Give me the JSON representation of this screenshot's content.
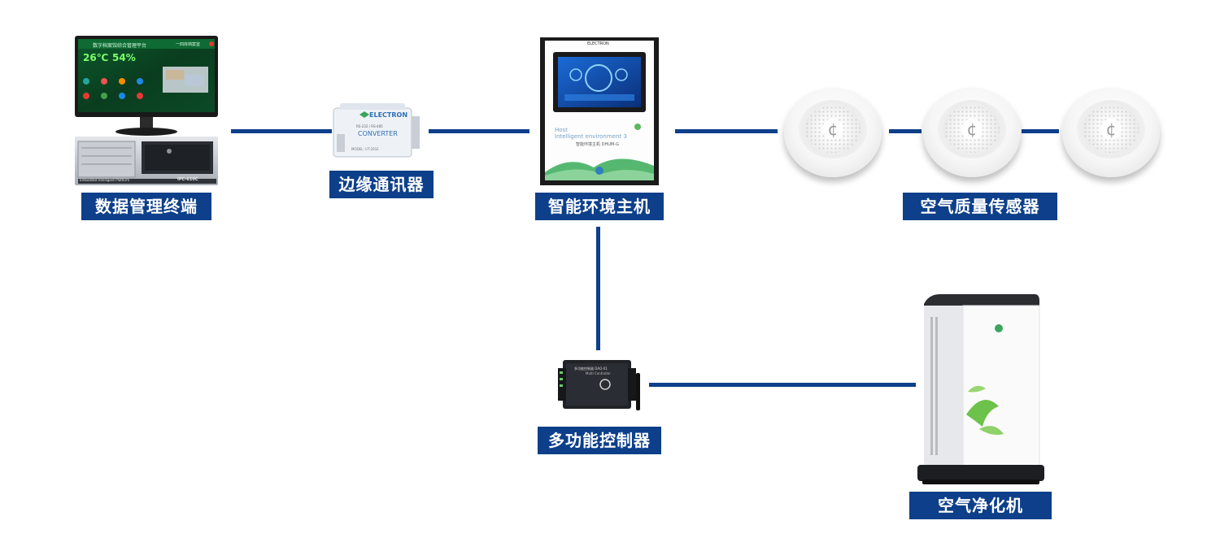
{
  "labels": {
    "data_terminal": "数据管理终端",
    "edge_communicator": "边缘通讯器",
    "env_host": "智能环境主机",
    "air_sensor": "空气质量传感器",
    "multi_controller": "多功能控制器",
    "air_purifier": "空气净化机"
  },
  "monitor_screen": {
    "header": "数字档案馆综合管理平台",
    "header_right": "一四库档案室",
    "temperature": "26℃",
    "humidity": "54%"
  },
  "server": {
    "brand_left": "Embedded Intelligent Platform",
    "model": "IPC-610C"
  },
  "converter": {
    "brand": "ELECTRON",
    "sub": "RS-232 / RS-485",
    "name": "CONVERTER",
    "model": "MODEL: UT-201E"
  },
  "host": {
    "brand": "ELECTRON",
    "line1": "Host",
    "line2": "Intelligent environment 3",
    "line3": "智能环境主机 DHUM-G"
  },
  "controller": {
    "name": "多功能控制器 DAQ-01",
    "sub": "Multi Controller"
  },
  "colors": {
    "accent": "#0d3f8a",
    "label_text": "#ffffff"
  }
}
